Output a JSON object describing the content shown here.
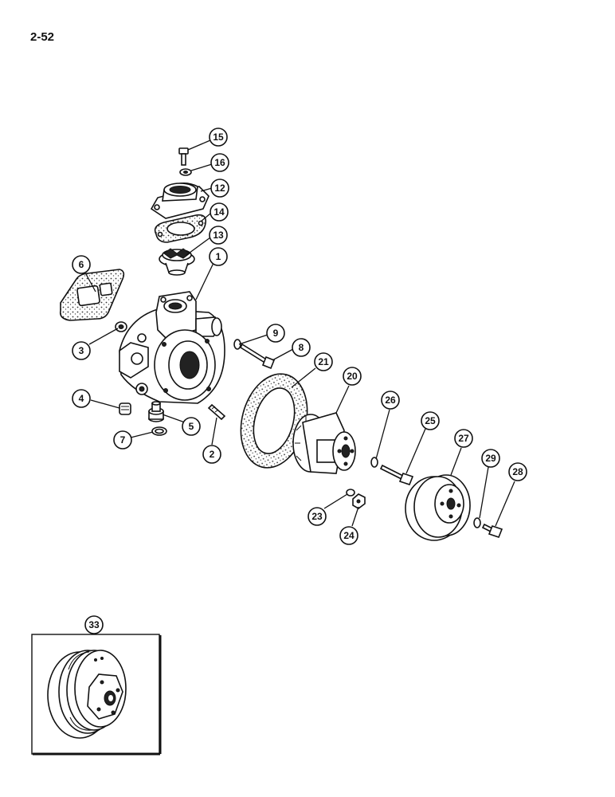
{
  "page": {
    "number": "2-52"
  },
  "callouts": [
    {
      "key": "c15",
      "label": "15"
    },
    {
      "key": "c16",
      "label": "16"
    },
    {
      "key": "c12",
      "label": "12"
    },
    {
      "key": "c14",
      "label": "14"
    },
    {
      "key": "c13",
      "label": "13"
    },
    {
      "key": "c1",
      "label": "1"
    },
    {
      "key": "c6",
      "label": "6"
    },
    {
      "key": "c3",
      "label": "3"
    },
    {
      "key": "c9",
      "label": "9"
    },
    {
      "key": "c8",
      "label": "8"
    },
    {
      "key": "c21",
      "label": "21"
    },
    {
      "key": "c20",
      "label": "20"
    },
    {
      "key": "c4",
      "label": "4"
    },
    {
      "key": "c5",
      "label": "5"
    },
    {
      "key": "c7",
      "label": "7"
    },
    {
      "key": "c2",
      "label": "2"
    },
    {
      "key": "c26",
      "label": "26"
    },
    {
      "key": "c25",
      "label": "25"
    },
    {
      "key": "c27",
      "label": "27"
    },
    {
      "key": "c29",
      "label": "29"
    },
    {
      "key": "c28",
      "label": "28"
    },
    {
      "key": "c23",
      "label": "23"
    },
    {
      "key": "c24",
      "label": "24"
    },
    {
      "key": "c33",
      "label": "33"
    }
  ]
}
